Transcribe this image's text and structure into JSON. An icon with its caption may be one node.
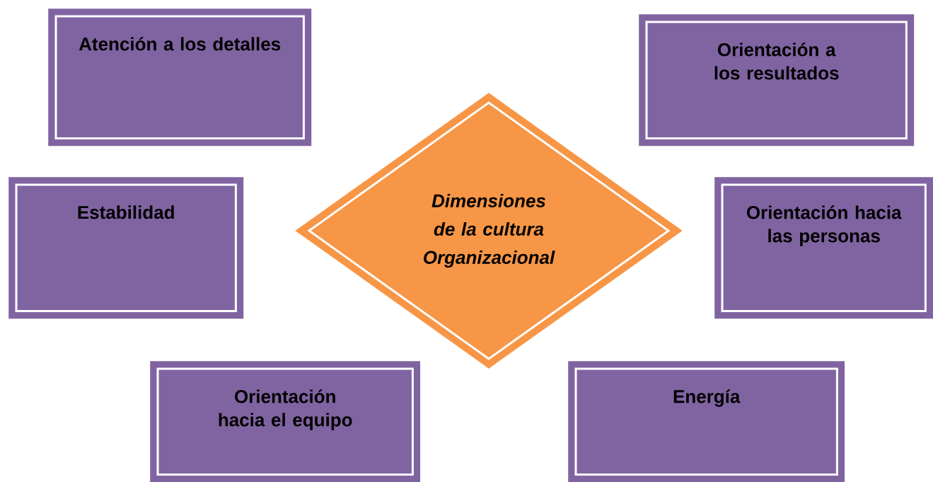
{
  "diagram": {
    "nodes": [
      {
        "text": [
          "Atención a los detalles"
        ]
      },
      {
        "text": [
          "Orientación a los resultados"
        ]
      },
      {
        "text": [
          "Estabilidad"
        ]
      },
      {
        "text": [
          "Dimensiones de la cultura Organizacional"
        ]
      },
      {
        "text": [
          "Orientación hacia las personas"
        ]
      },
      {
        "text": [
          "Orientación hacia el equipo"
        ]
      },
      {
        "text": [
          "Energía"
        ]
      }
    ],
    "edges": []
  }
}
